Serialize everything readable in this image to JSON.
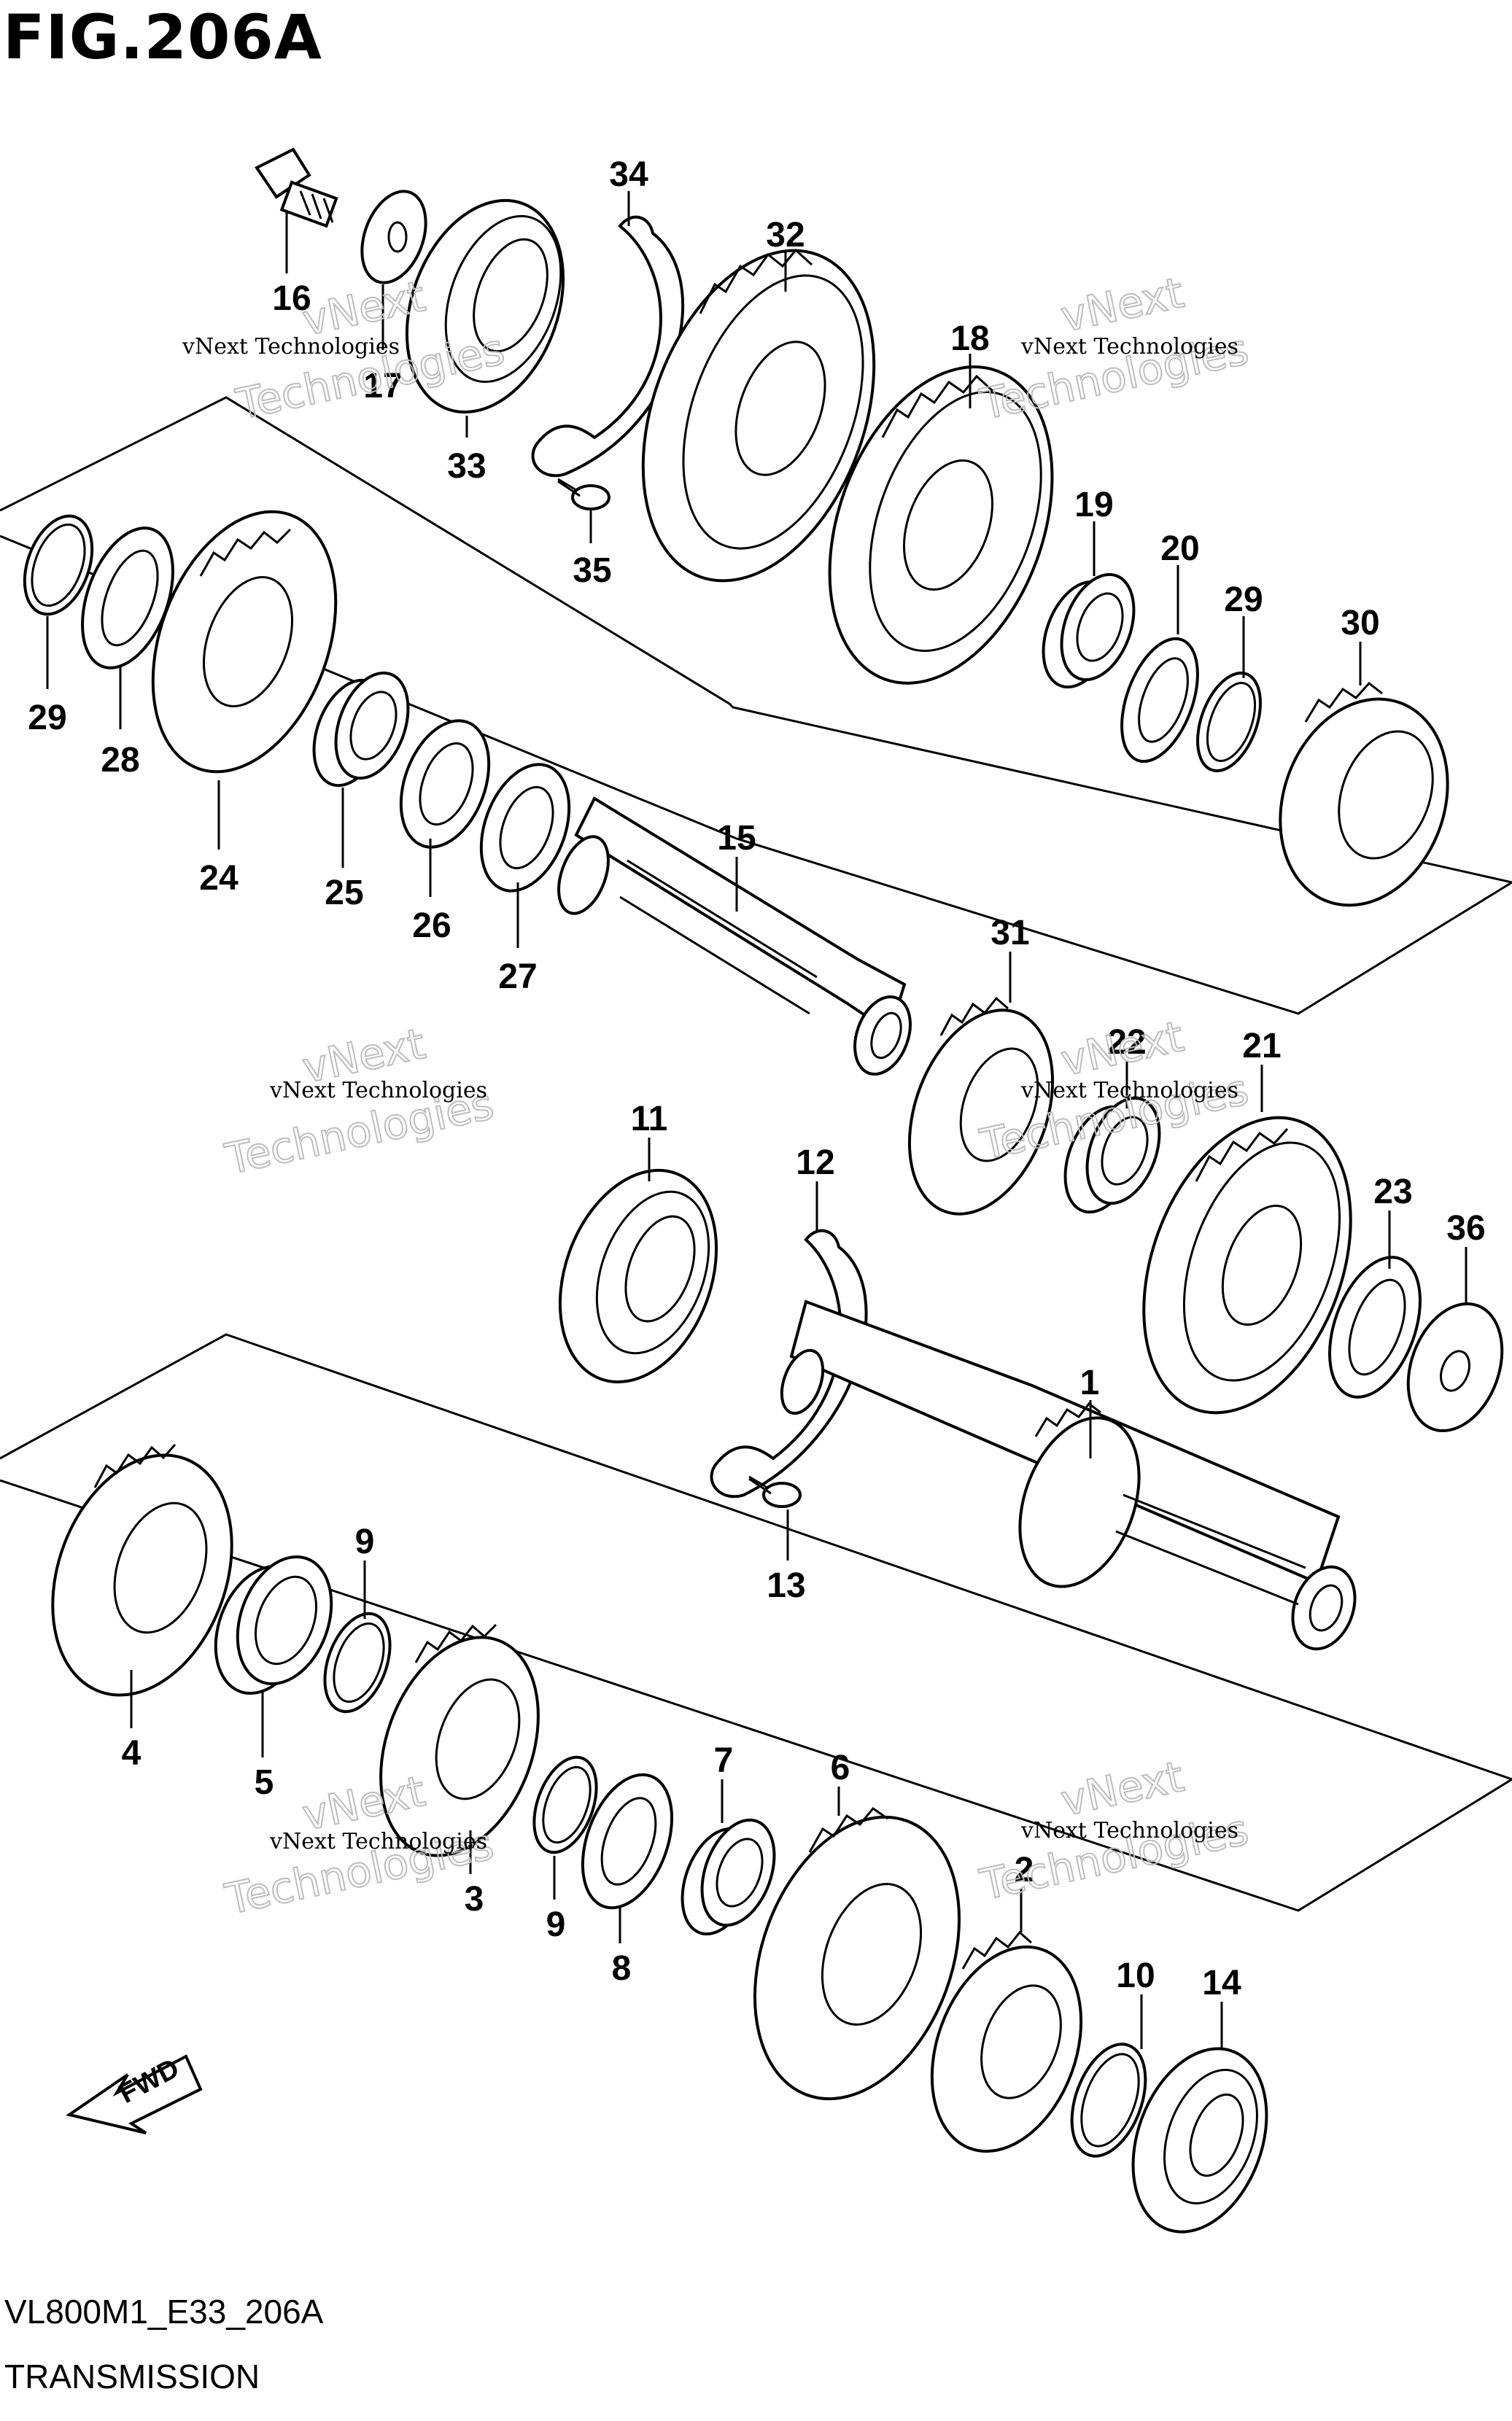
{
  "figure": {
    "title": "FIG.206A"
  },
  "footer": {
    "code": "VL800M1_E33_206A",
    "name": "TRANSMISSION"
  },
  "watermark": {
    "line1": "vNext Technologies",
    "line2": "Technologies",
    "line3": "vNext"
  },
  "fwd_label": "FWD",
  "callouts": {
    "c1": "1",
    "c2": "2",
    "c3": "3",
    "c4": "4",
    "c5": "5",
    "c6": "6",
    "c7": "7",
    "c8": "8",
    "c9a": "9",
    "c9b": "9",
    "c10": "10",
    "c11": "11",
    "c12": "12",
    "c13": "13",
    "c14": "14",
    "c15": "15",
    "c16": "16",
    "c17": "17",
    "c18": "18",
    "c19": "19",
    "c20": "20",
    "c21": "21",
    "c22": "22",
    "c23": "23",
    "c24": "24",
    "c25": "25",
    "c26": "26",
    "c27": "27",
    "c28": "28",
    "c29a": "29",
    "c29b": "29",
    "c30": "30",
    "c31": "31",
    "c32": "32",
    "c33": "33",
    "c34": "34",
    "c35": "35",
    "c36": "36"
  }
}
